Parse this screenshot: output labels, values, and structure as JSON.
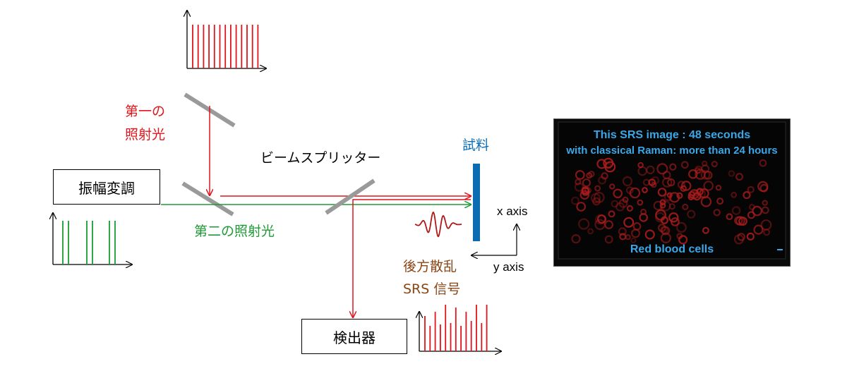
{
  "labels": {
    "first_light_line1": "第一の",
    "first_light_line2": "照射光",
    "amp_mod_box": "振幅変調",
    "second_light": "第二の照射光",
    "beam_splitter": "ビームスプリッター",
    "sample": "試料",
    "x_axis": "x axis",
    "y_axis": "y axis",
    "backscatter_line1": "後方散乱",
    "backscatter_line2": "SRS 信号",
    "detector_box": "検出器"
  },
  "micrograph": {
    "title_line1": "This SRS image : 48 seconds",
    "title_line2": "with classical Raman: more than 24 hours",
    "caption": "Red blood cells"
  },
  "colors": {
    "pump_red": "#e0151b",
    "stokes_green": "#1e9a35",
    "signal_brown": "#8b4513",
    "sample_blue": "#0a6cb3",
    "mirror_gray": "#9a9a9a"
  }
}
